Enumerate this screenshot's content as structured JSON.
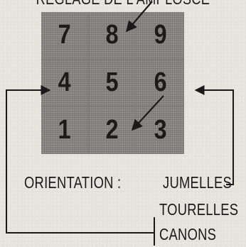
{
  "header": {
    "title": "RÉGLAGE DE L'AMPLOSCE"
  },
  "grid": {
    "cells": [
      "7",
      "8",
      "9",
      "4",
      "5",
      "6",
      "1",
      "2",
      "3"
    ]
  },
  "legend": {
    "orientation_label": "ORIENTATION :",
    "options": [
      "JUMELLES",
      "TOURELLES",
      "CANONS"
    ]
  },
  "colors": {
    "background": "#e6e3dc",
    "grid_fill": "#8c8985",
    "ink": "#1a1a1a"
  }
}
